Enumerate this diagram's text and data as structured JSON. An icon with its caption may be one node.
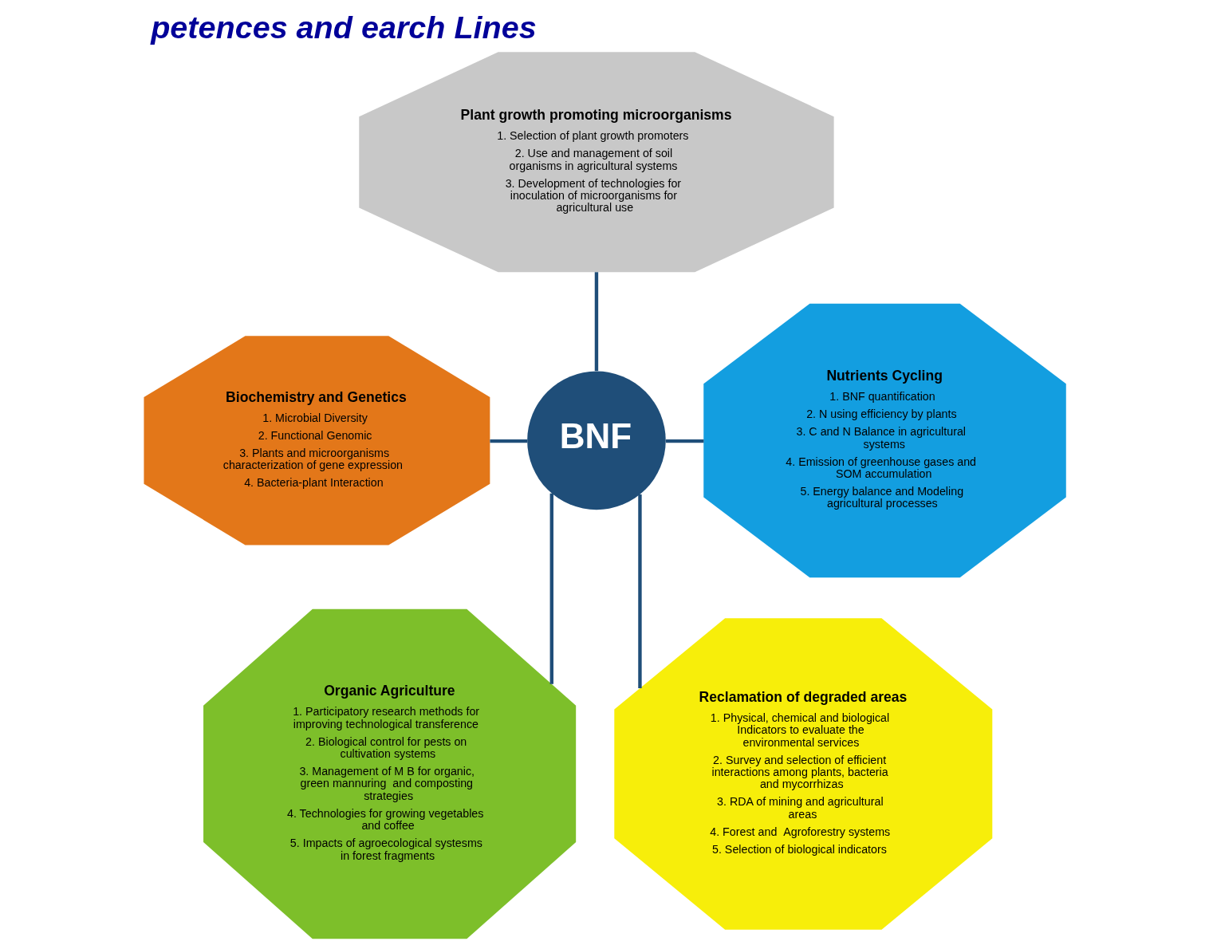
{
  "diagram": {
    "title": "petences and earch Lines",
    "nodes": [
      {
        "text": [
          "BNF"
        ]
      },
      {
        "text": [
          "Plant growth promoting microorganisms",
          "1. Selection of plant growth promoters",
          "2. Use and management of soil organisms in agricultural systems",
          "3. Development of technologies for inoculation of microorganisms for agricultural use"
        ]
      },
      {
        "text": [
          "Biochemistry and Genetics",
          "1. Microbial Diversity",
          "2. Functional Genomic",
          "3. Plants and microorganisms characterization of gene expression",
          "4. Bacteria-plant Interaction"
        ]
      },
      {
        "text": [
          "Nutrients Cycling",
          "1. BNF quantification",
          "2. N using efficiency by plants",
          "3. C and N Balance in agricultural systems",
          "4. Emission of greenhouse gases and SOM accumulation",
          "5. Energy balance and Modeling agricultural processes"
        ]
      },
      {
        "text": [
          "Organic Agriculture",
          "1. Participatory research methods for improving technological transference",
          "2. Biological control for pests on cultivation systems",
          "3. Management of M B for organic, green mannuring  and composting strategies",
          "4. Technologies for growing vegetables and coffee",
          "5. Impacts of agroecological systesms in forest fragments"
        ]
      },
      {
        "text": [
          "Reclamation of degraded areas",
          "1. Physical, chemical and biological Indicators to evaluate the environmental services",
          "2. Survey and selection of efficient interactions among plants, bacteria and mycorrhizas",
          "3. RDA of mining and agricultural areas",
          "4. Forest and  Agroforestry systems",
          "5. Selection of biological indicators"
        ]
      }
    ],
    "edges": [
      {
        "from": 1,
        "to": 0,
        "arrow": "none"
      },
      {
        "from": 2,
        "to": 0,
        "arrow": "none"
      },
      {
        "from": 0,
        "to": 3,
        "arrow": "none"
      },
      {
        "from": 0,
        "to": 4,
        "arrow": "none"
      },
      {
        "from": 0,
        "to": 5,
        "arrow": "none"
      }
    ]
  }
}
